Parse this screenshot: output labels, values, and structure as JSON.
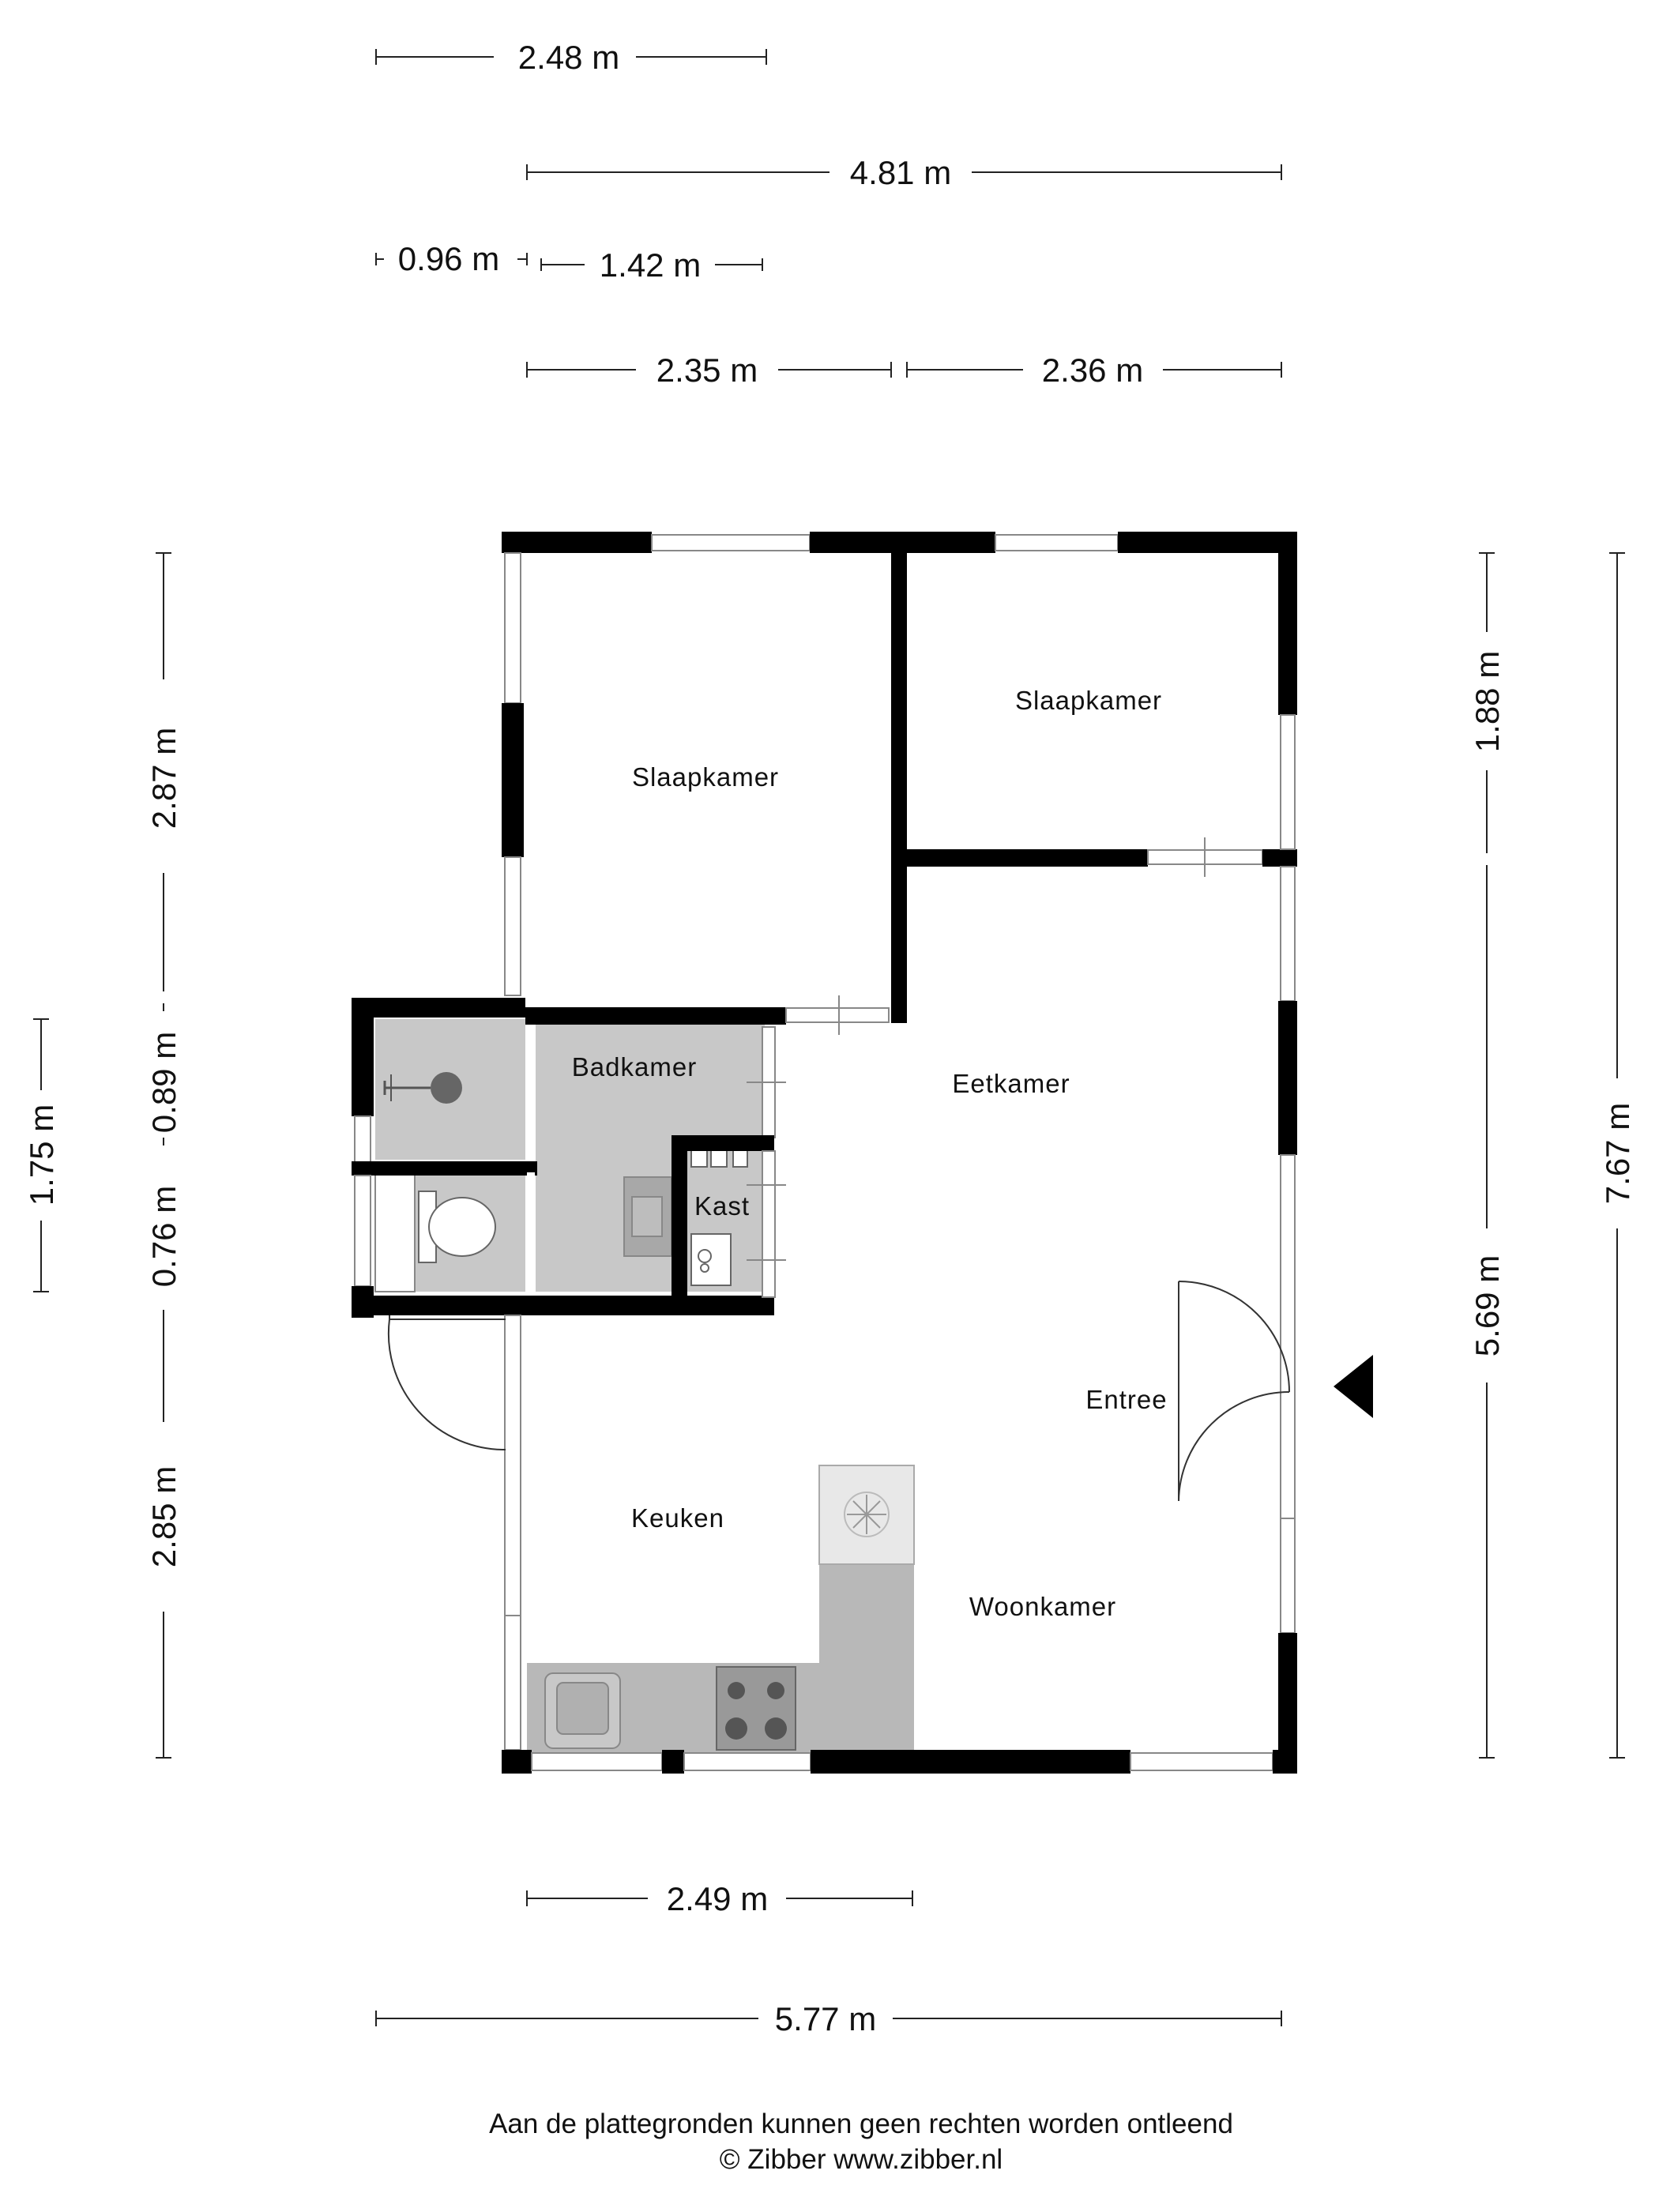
{
  "dimensions": {
    "top_1": "2.48 m",
    "top_2": "4.81 m",
    "top_3a": "0.96 m",
    "top_3b": "1.42 m",
    "top_4a": "2.35 m",
    "top_4b": "2.36 m",
    "left_upper": "2.87 m",
    "left_mid_a": "0.89 m",
    "left_mid_b": "0.76 m",
    "left_lower": "2.85 m",
    "left_outer": "1.75 m",
    "right_inner_top": "1.88 m",
    "right_inner_bottom": "5.69 m",
    "right_outer": "7.67 m",
    "bottom_1": "2.49 m",
    "bottom_2": "5.77 m"
  },
  "rooms": {
    "slaapkamer_1": "Slaapkamer",
    "slaapkamer_2": "Slaapkamer",
    "badkamer": "Badkamer",
    "kast": "Kast",
    "eetkamer": "Eetkamer",
    "entree": "Entree",
    "keuken": "Keuken",
    "woonkamer": "Woonkamer"
  },
  "footer": {
    "disclaimer": "Aan de plattegronden kunnen geen rechten worden ontleend",
    "copyright": "© Zibber www.zibber.nl"
  },
  "colors": {
    "wall": "#000000",
    "wet_area": "#c8c8c8",
    "kitchen_counter": "#b8b8b8"
  }
}
